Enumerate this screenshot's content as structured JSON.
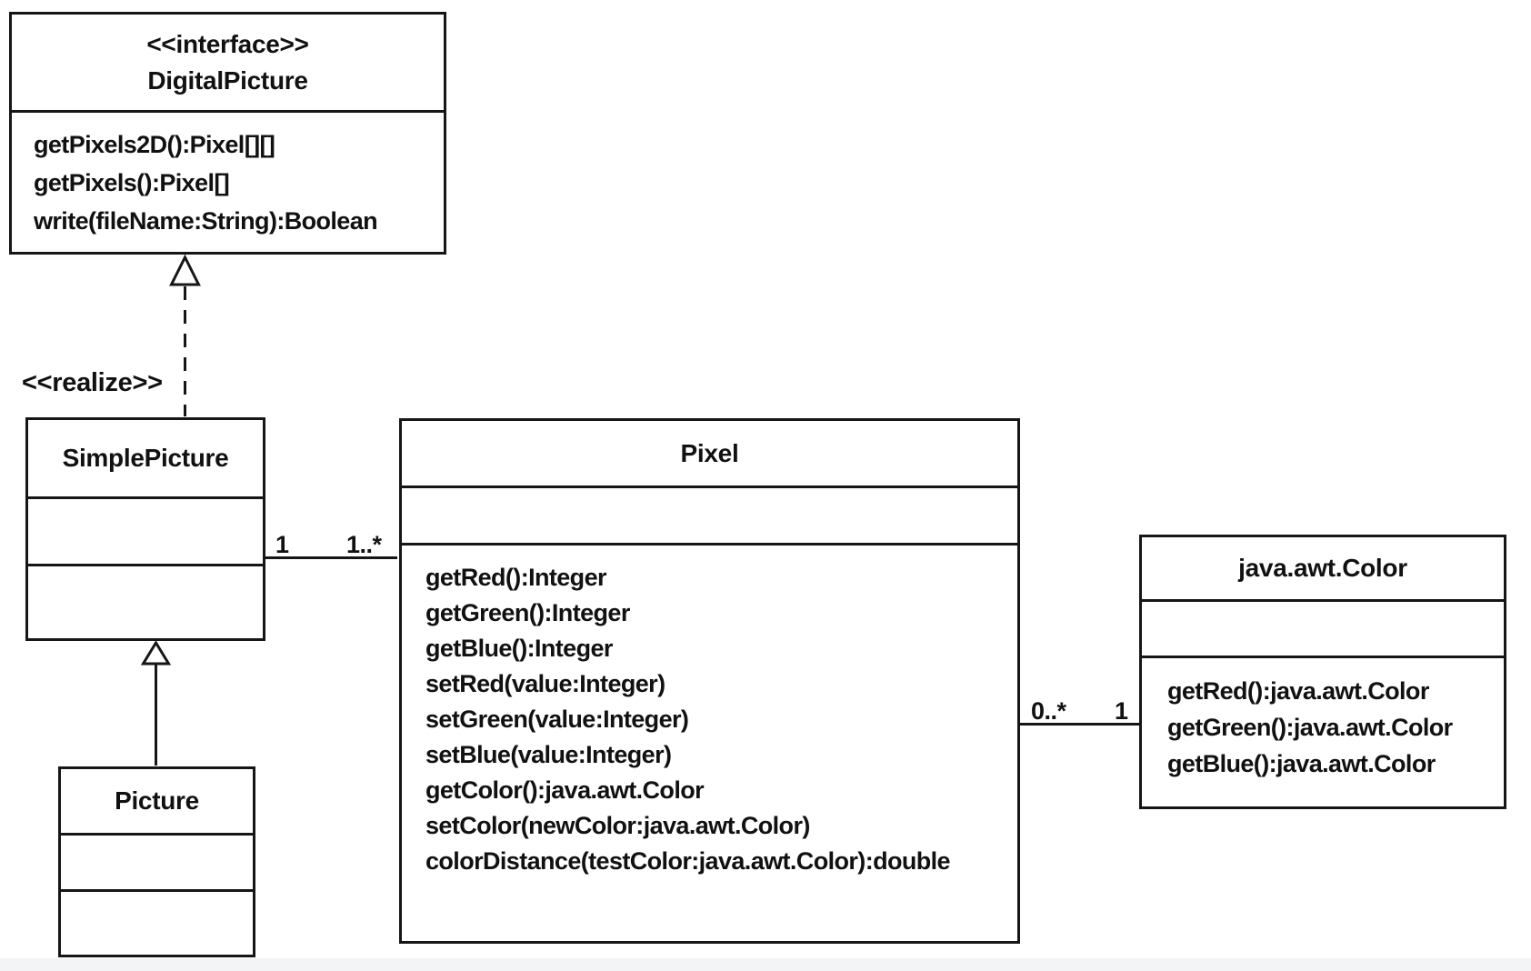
{
  "classes": {
    "digital_picture": {
      "stereotype": "<<interface>>",
      "name": "DigitalPicture",
      "methods": [
        "getPixels2D():Pixel[][]",
        "getPixels():Pixel[]",
        "write(fileName:String):Boolean"
      ]
    },
    "simple_picture": {
      "name": "SimplePicture"
    },
    "picture": {
      "name": "Picture"
    },
    "pixel": {
      "name": "Pixel",
      "methods": [
        "getRed():Integer",
        "getGreen():Integer",
        "getBlue():Integer",
        "setRed(value:Integer)",
        "setGreen(value:Integer)",
        "setBlue(value:Integer)",
        "getColor():java.awt.Color",
        "setColor(newColor:java.awt.Color)",
        "colorDistance(testColor:java.awt.Color):double"
      ]
    },
    "java_awt_color": {
      "name": "java.awt.Color",
      "methods": [
        "getRed():java.awt.Color",
        "getGreen():java.awt.Color",
        "getBlue():java.awt.Color"
      ]
    }
  },
  "relationships": {
    "realization": {
      "label": "<<realize>>",
      "from": "SimplePicture",
      "to": "DigitalPicture",
      "style": "dashed-hollow-triangle"
    },
    "generalization": {
      "from": "Picture",
      "to": "SimplePicture",
      "style": "solid-hollow-triangle"
    },
    "simplepicture_pixel": {
      "source_multiplicity": "1",
      "target_multiplicity": "1..*"
    },
    "pixel_color": {
      "source_multiplicity": "0..*",
      "target_multiplicity": "1"
    }
  },
  "colors": {
    "background": "#ffffff",
    "line": "#161616",
    "text": "#111111",
    "bottom_strip": "#f3f4f6"
  }
}
